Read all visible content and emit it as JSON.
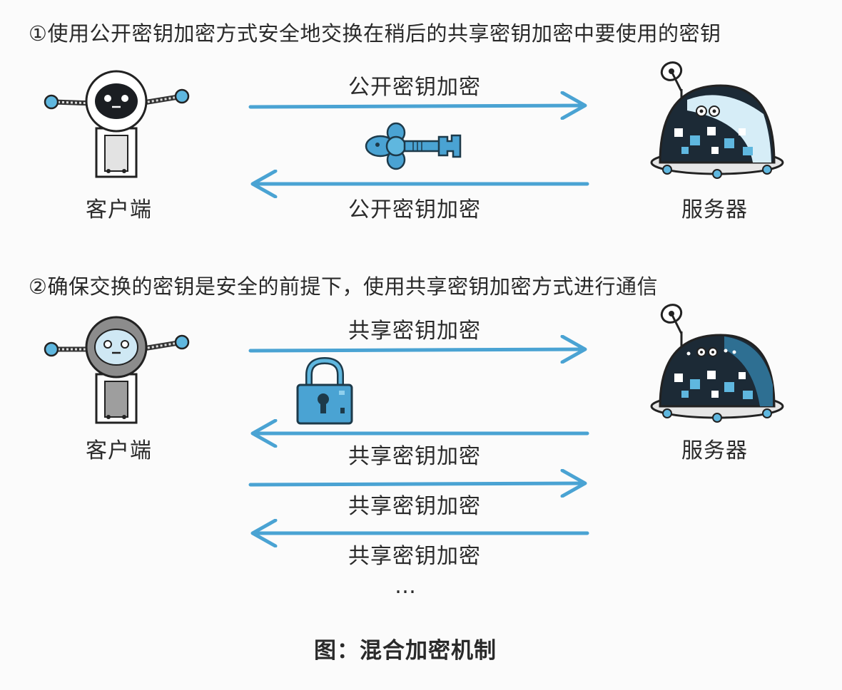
{
  "section1": {
    "heading": "①使用公开密钥加密方式安全地交换在稍后的共享密钥加密中要使用的密钥",
    "client_label": "客户端",
    "server_label": "服务器",
    "arrow_top_label": "公开密钥加密",
    "arrow_bottom_label": "公开密钥加密"
  },
  "section2": {
    "heading": "②确保交换的密钥是安全的前提下，使用共享密钥加密方式进行通信",
    "client_label": "客户端",
    "server_label": "服务器",
    "arrow_labels": [
      "共享密钥加密",
      "共享密钥加密",
      "共享密钥加密",
      "共享密钥加密"
    ],
    "ellipsis": "…"
  },
  "caption": "图：混合加密机制",
  "colors": {
    "arrow": "#4aa3d3",
    "accent": "#5fb7df",
    "dark": "#1f2630"
  }
}
